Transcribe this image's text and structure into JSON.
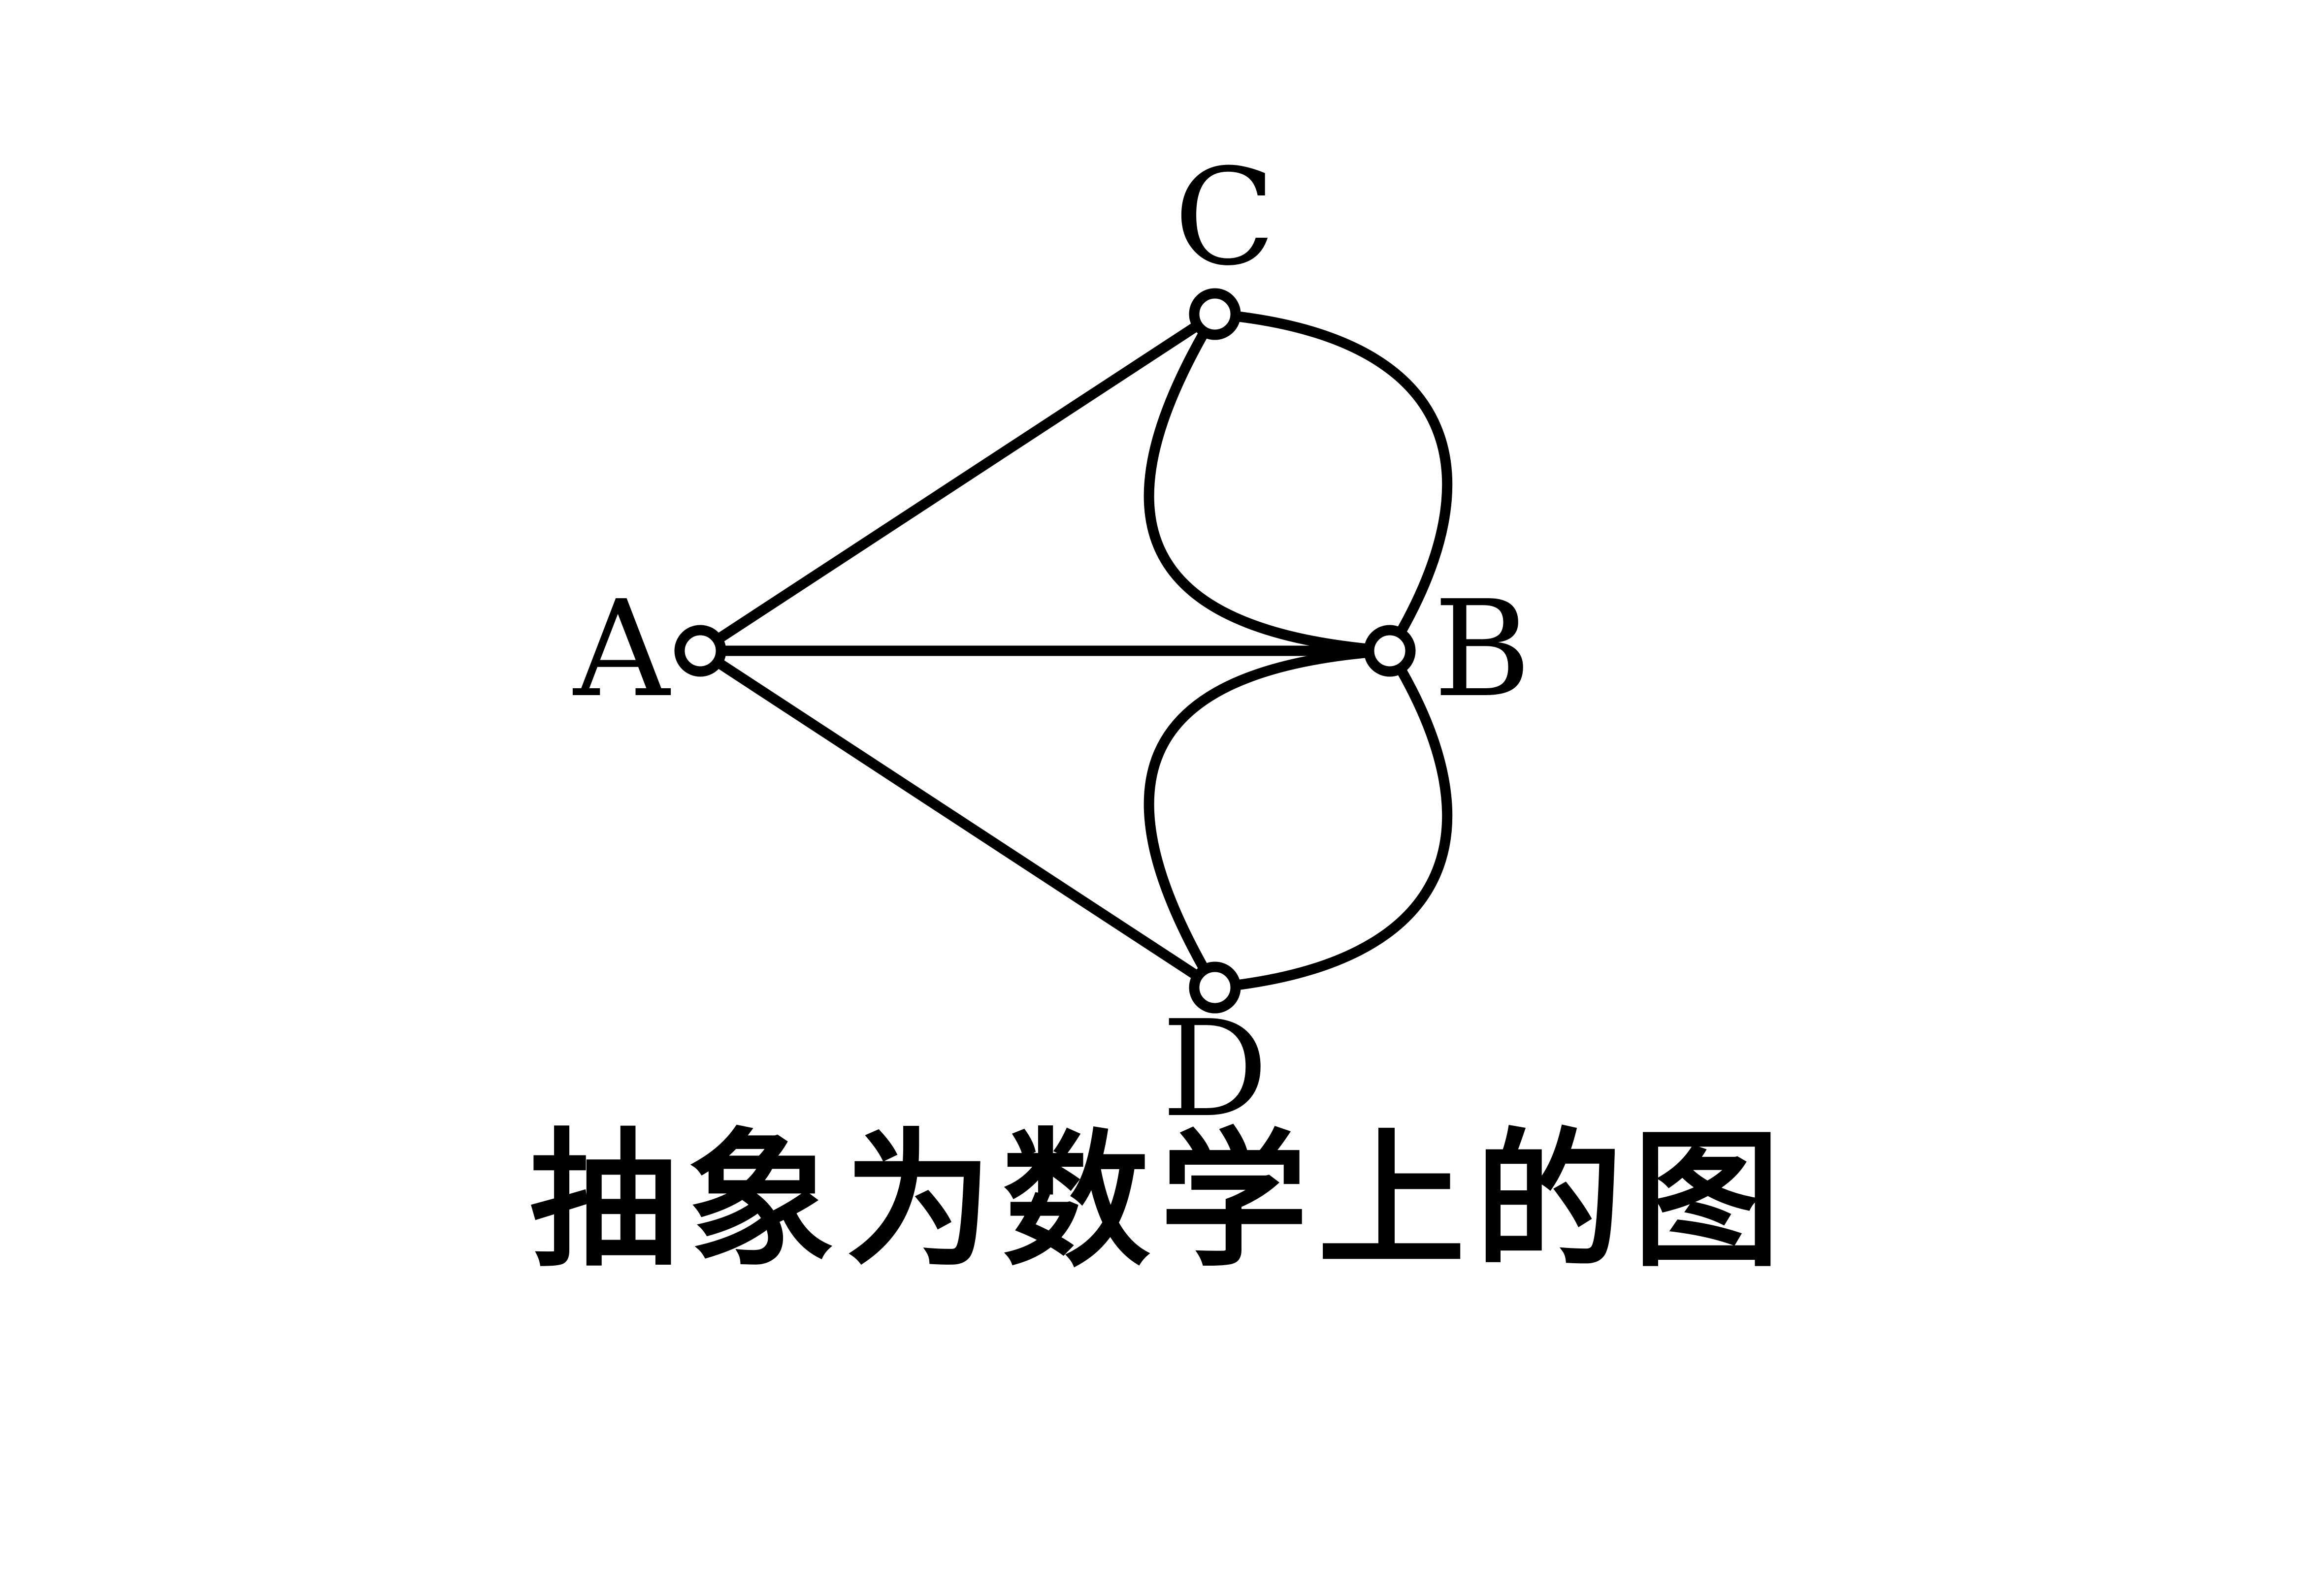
{
  "graph": {
    "nodes": [
      {
        "id": "A",
        "label": "A"
      },
      {
        "id": "B",
        "label": "B"
      },
      {
        "id": "C",
        "label": "C"
      },
      {
        "id": "D",
        "label": "D"
      }
    ],
    "edges": [
      {
        "from": "A",
        "to": "C"
      },
      {
        "from": "A",
        "to": "B"
      },
      {
        "from": "A",
        "to": "D"
      },
      {
        "from": "C",
        "to": "B"
      },
      {
        "from": "C",
        "to": "B"
      },
      {
        "from": "D",
        "to": "B"
      },
      {
        "from": "D",
        "to": "B"
      }
    ]
  },
  "caption": "抽象为数学上的图"
}
